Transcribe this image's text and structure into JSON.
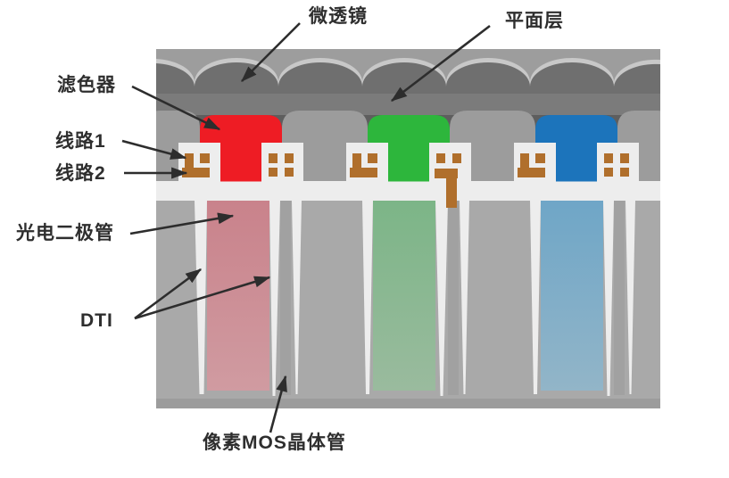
{
  "labels": {
    "microlens": "微透镜",
    "planar_layer": "平面层",
    "color_filter": "滤色器",
    "circuit1": "线路1",
    "circuit2": "线路2",
    "photodiode": "光电二极管",
    "dti": "DTI",
    "pixel_mos": "像素MOS晶体管"
  },
  "colors": {
    "label_text": "#2e2e2e",
    "arrow": "#2d2d2d",
    "microlens_bg": "#9d9d9d",
    "microlens_fill": "#6f6f6f",
    "microlens_outline": "#c8c8c8",
    "planar": "#7b7b7b",
    "filter_region_bg": "#5e5e5e",
    "dome": "#9c9c9c",
    "dielectric": "#ededed",
    "substrate": "#a9a9a9",
    "substrate_deep": "#9c9c9c",
    "mos_bar": "#a1a1a1",
    "wiring_brown": "#b06f2c",
    "filter_red": "#ee1c24",
    "filter_green": "#2db63c",
    "filter_blue": "#1c74bb",
    "photodiode_red_top": "#c9828b",
    "photodiode_red_bottom": "#d09ba1",
    "photodiode_green_top": "#7cb587",
    "photodiode_green_bottom": "#9abb9e",
    "photodiode_blue_top": "#6fa6c7",
    "photodiode_blue_bottom": "#92b5c8"
  }
}
